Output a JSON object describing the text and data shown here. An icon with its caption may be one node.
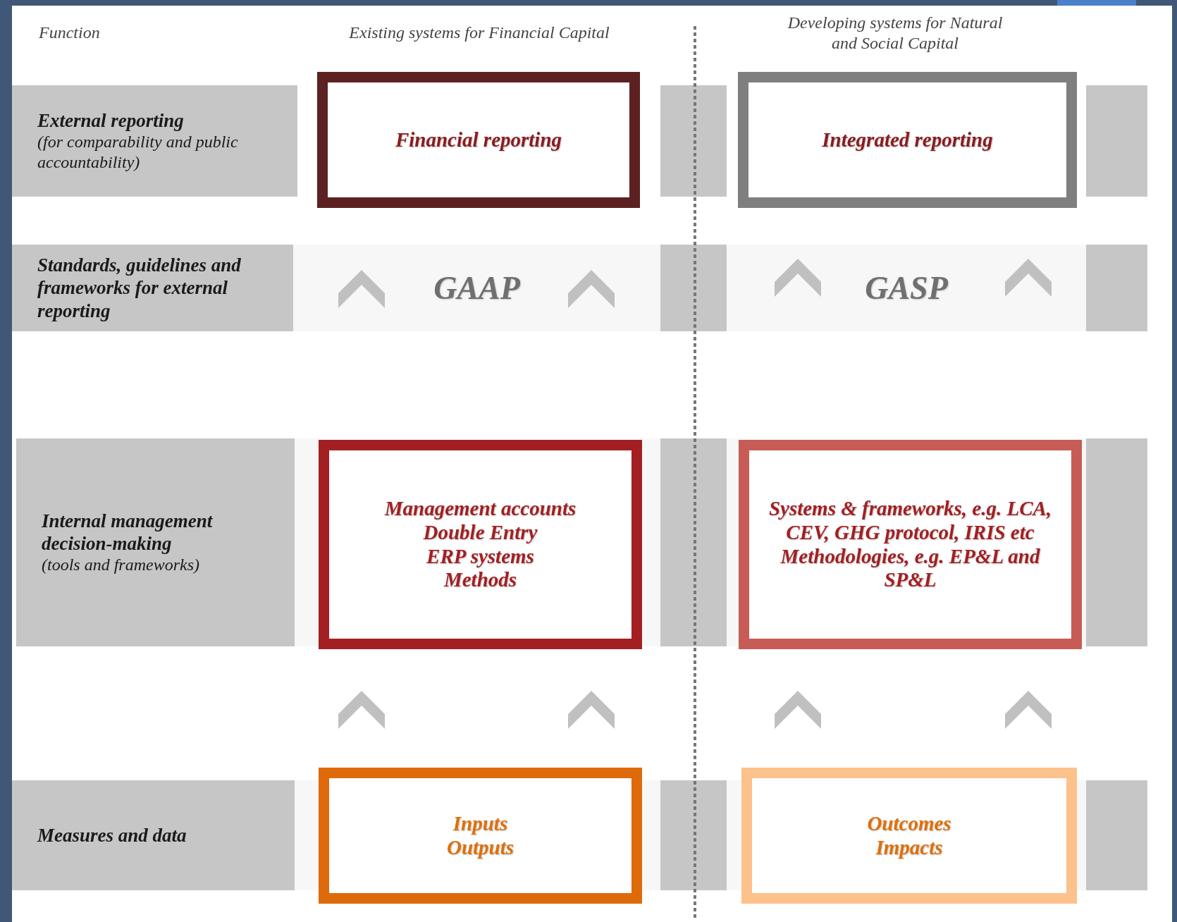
{
  "diagram": {
    "nodes": [
      {
        "text": [
          "External reporting",
          "(for comparability and public accountability)"
        ]
      },
      {
        "text": [
          "Financial reporting"
        ]
      },
      {
        "text": [
          "Integrated reporting"
        ]
      },
      {
        "text": [
          "Standards, guidelines and frameworks for external reporting"
        ]
      },
      {
        "text": [
          "GAAP"
        ]
      },
      {
        "text": [
          "GASP"
        ]
      },
      {
        "text": [
          "Internal management decision-making",
          "(tools and frameworks)"
        ]
      },
      {
        "text": [
          "Management accounts",
          "Double Entry",
          "ERP systems",
          "Methods"
        ]
      },
      {
        "text": [
          "Systems & frameworks, e.g. LCA, CEV, GHG protocol, IRIS etc",
          "Methodologies, e.g. EP&L and SP&L"
        ]
      },
      {
        "text": [
          "Measures and data"
        ]
      },
      {
        "text": [
          "Inputs",
          "Outputs"
        ]
      },
      {
        "text": [
          "Outcomes",
          "Impacts"
        ]
      }
    ],
    "labels": [
      "Function",
      "Existing systems for Financial Capital",
      "Developing systems for Natural and Social Capital"
    ]
  }
}
